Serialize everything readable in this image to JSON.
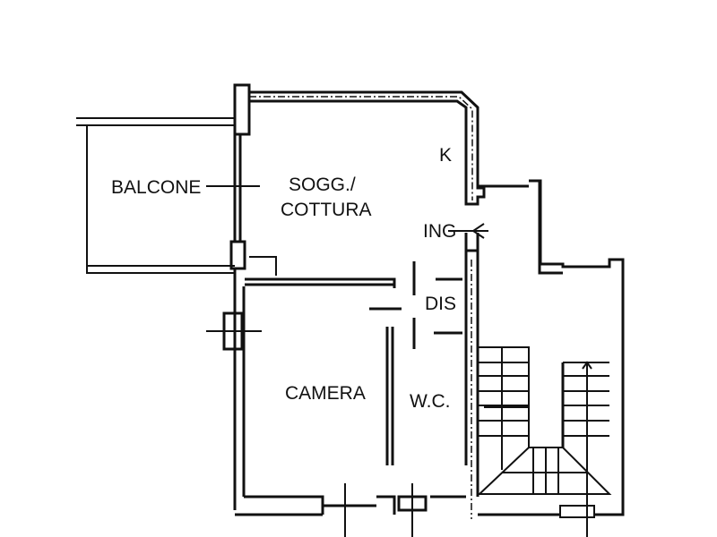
{
  "plan": {
    "rooms": {
      "balcone": "BALCONE",
      "sogg_line1": "SOGG./",
      "sogg_line2": "COTTURA",
      "k": "K",
      "ing": "ING",
      "dis": "DIS",
      "camera": "CAMERA",
      "wc": "W.C."
    }
  }
}
